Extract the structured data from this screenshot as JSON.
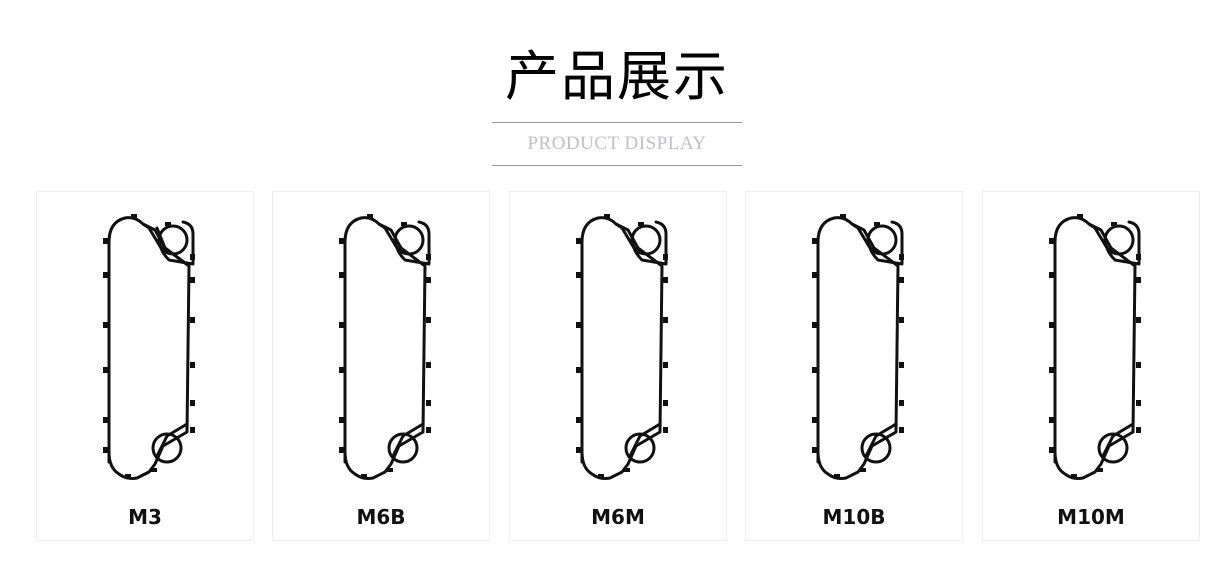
{
  "header": {
    "title": "产品展示",
    "subtitle": "PRODUCT DISPLAY"
  },
  "products": [
    {
      "name": "M3",
      "image": "gasket-plate-icon"
    },
    {
      "name": "M6B",
      "image": "gasket-plate-icon"
    },
    {
      "name": "M6M",
      "image": "gasket-plate-icon"
    },
    {
      "name": "M10B",
      "image": "gasket-plate-icon"
    },
    {
      "name": "M10M",
      "image": "gasket-plate-icon"
    }
  ],
  "colors": {
    "title": "#000000",
    "subtitle": "#c0c0c8",
    "rule": "#9a9a9a",
    "card_border": "#f0f0f0",
    "label": "#111111"
  }
}
